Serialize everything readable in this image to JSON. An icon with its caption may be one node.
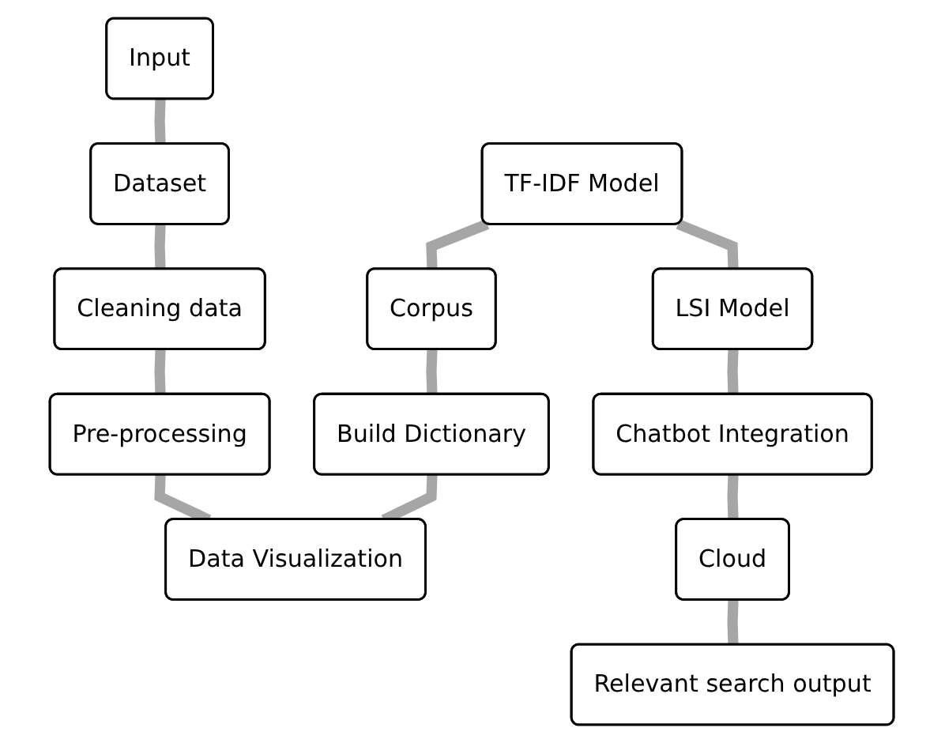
{
  "diagram": {
    "nodes": [
      {
        "text": [
          "Input"
        ]
      },
      {
        "text": [
          "Dataset"
        ]
      },
      {
        "text": [
          "Cleaning data"
        ]
      },
      {
        "text": [
          "Pre-processing"
        ]
      },
      {
        "text": [
          "TF-IDF Model"
        ]
      },
      {
        "text": [
          "Corpus"
        ]
      },
      {
        "text": [
          "Build Dictionary"
        ]
      },
      {
        "text": [
          "Data Visualization"
        ]
      },
      {
        "text": [
          "LSI Model"
        ]
      },
      {
        "text": [
          "Chatbot Integration"
        ]
      },
      {
        "text": [
          "Cloud"
        ]
      },
      {
        "text": [
          "Relevant search output"
        ]
      }
    ],
    "edges": [
      {
        "from": 0,
        "to": 1,
        "arrow": "none"
      },
      {
        "from": 1,
        "to": 2,
        "arrow": "none"
      },
      {
        "from": 2,
        "to": 3,
        "arrow": "none"
      },
      {
        "from": 3,
        "to": 7,
        "arrow": "none"
      },
      {
        "from": 7,
        "to": 6,
        "arrow": "none"
      },
      {
        "from": 6,
        "to": 5,
        "arrow": "none"
      },
      {
        "from": 5,
        "to": 4,
        "arrow": "none"
      },
      {
        "from": 4,
        "to": 8,
        "arrow": "none"
      },
      {
        "from": 8,
        "to": 9,
        "arrow": "none"
      },
      {
        "from": 9,
        "to": 10,
        "arrow": "none"
      },
      {
        "from": 10,
        "to": 11,
        "arrow": "none"
      }
    ]
  }
}
